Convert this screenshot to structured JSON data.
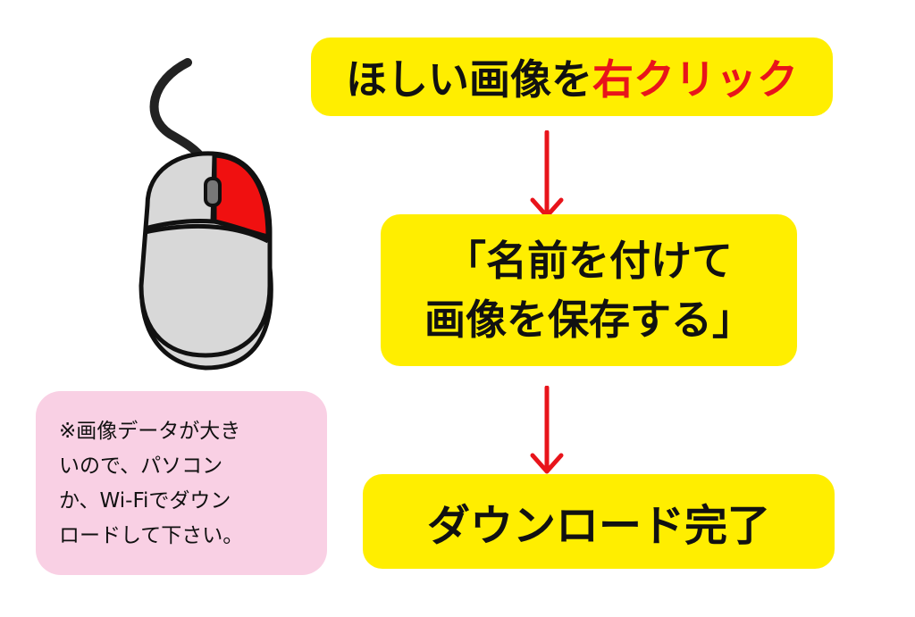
{
  "steps": [
    {
      "text_before": "ほしい画像を",
      "text_highlight": "右クリック"
    },
    {
      "line1": "「名前を付けて",
      "line2": "画像を保存する」"
    },
    {
      "text": "ダウンロード完了"
    }
  ],
  "note": {
    "lines": [
      "※画像データが大き",
      "いので、パソコン",
      "か、Wi-Fiでダウン",
      "ロードして下さい。"
    ]
  },
  "icons": {
    "mouse": "mouse-icon",
    "arrow": "arrow-down-icon"
  },
  "colors": {
    "box": "#ffee00",
    "highlight": "#e8141b",
    "note_bg": "#f9d0e4",
    "arrow": "#e8141b",
    "mouse_body": "#d8d8d8",
    "mouse_button": "#f01010"
  }
}
